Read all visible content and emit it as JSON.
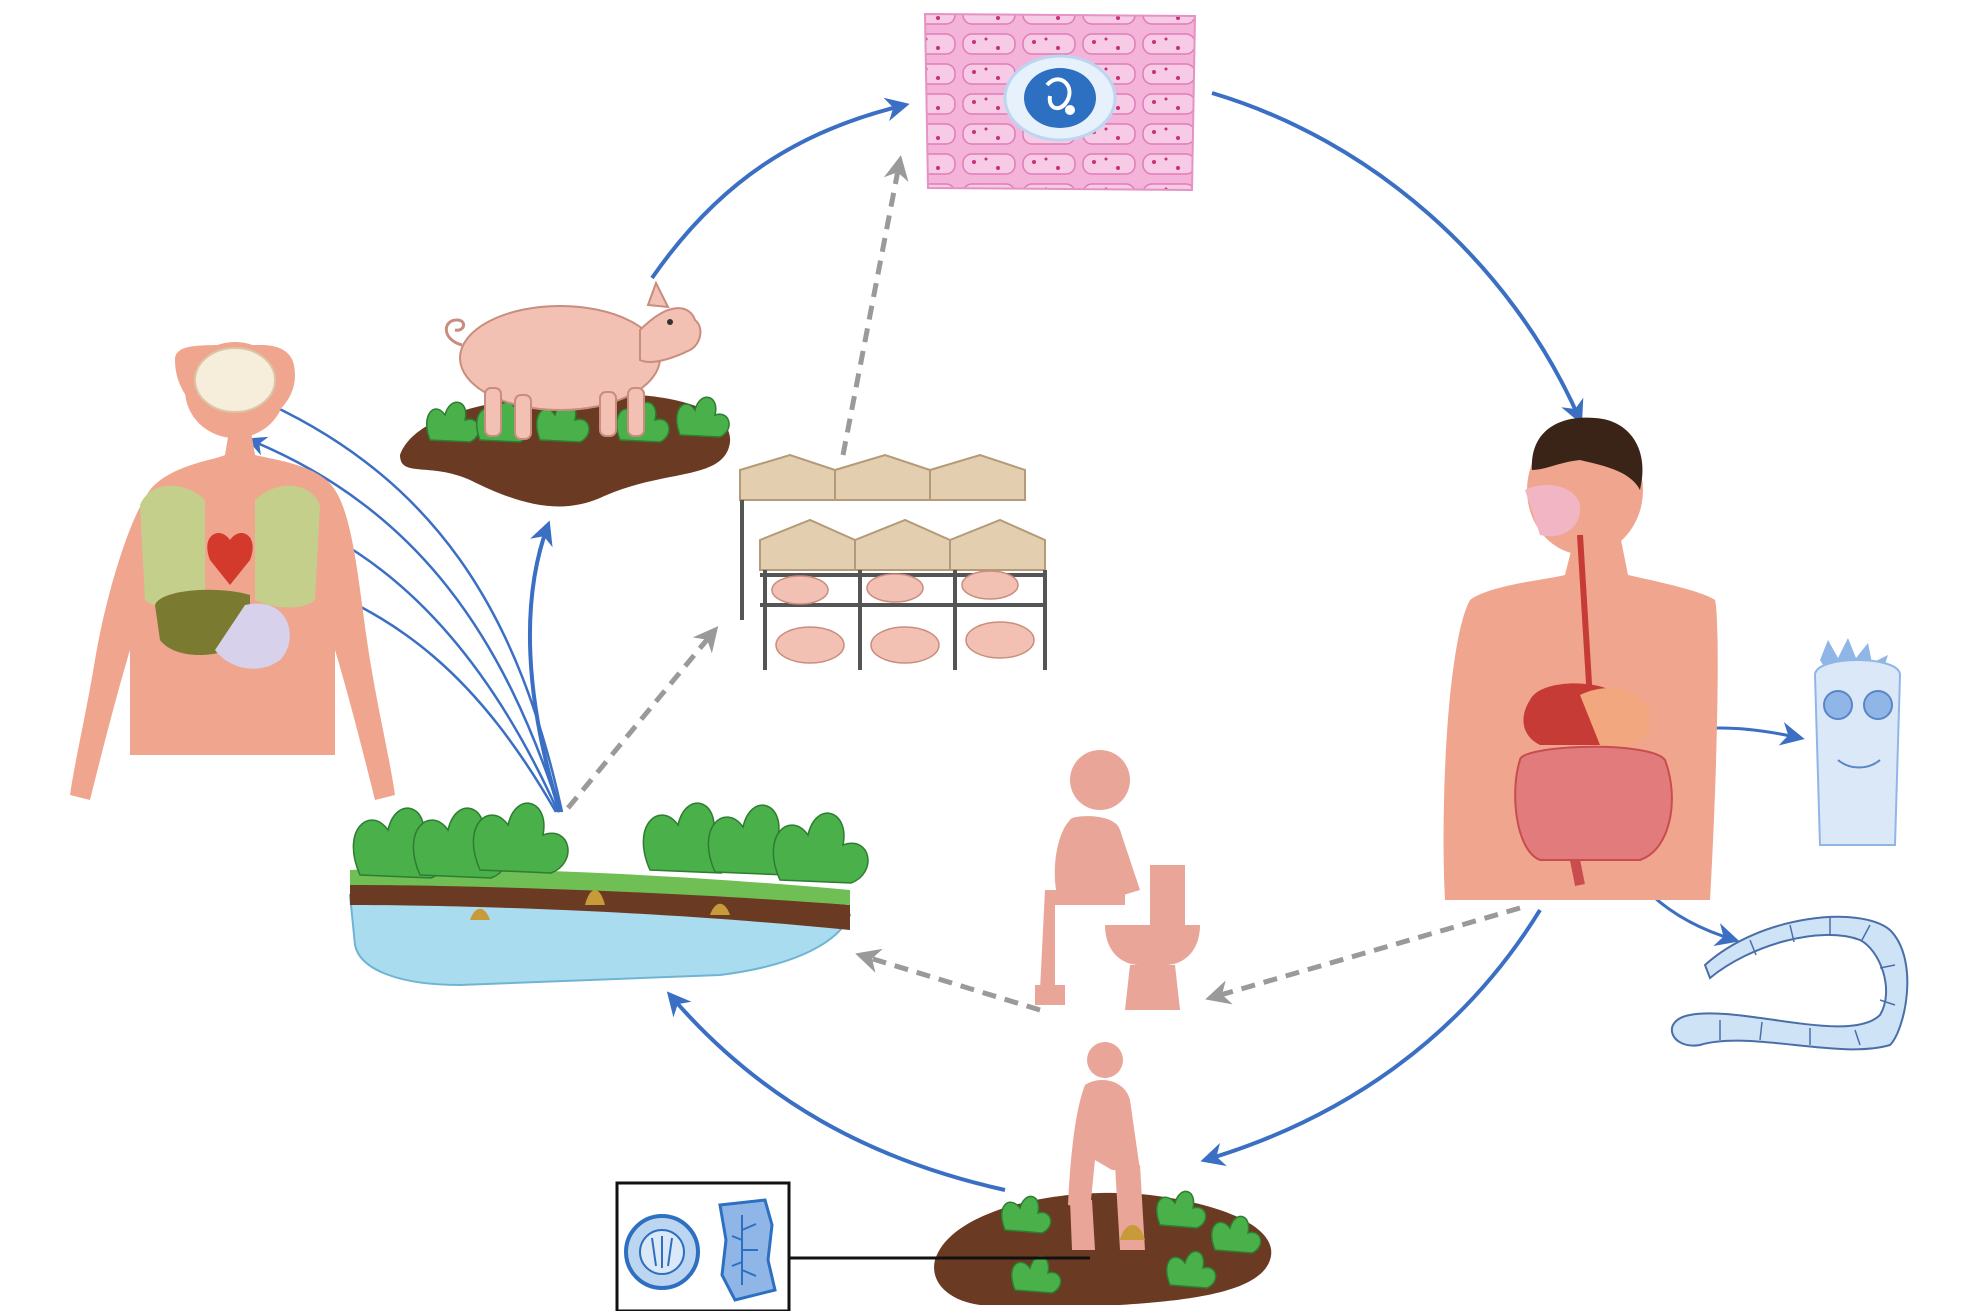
{
  "diagram": {
    "kind": "taenia-solium-life-cycle",
    "text_labels": [],
    "nodes": [
      {
        "id": "cysticercus-in-muscle",
        "icon": "cysticercus-muscle-tissue-icon"
      },
      {
        "id": "human-definitive-host",
        "icon": "human-digestive-system-icon"
      },
      {
        "id": "tapeworm-scolex",
        "icon": "scolex-icon"
      },
      {
        "id": "adult-tapeworm",
        "icon": "adult-tapeworm-icon"
      },
      {
        "id": "open-defecation",
        "icon": "open-defecation-icon"
      },
      {
        "id": "latrine-use",
        "icon": "toilet-icon"
      },
      {
        "id": "eggs-and-proglottid",
        "icon": "egg-proglottid-inset-icon"
      },
      {
        "id": "contaminated-crops-water",
        "icon": "contaminated-field-water-icon"
      },
      {
        "id": "free-ranging-pig",
        "icon": "pig-icon"
      },
      {
        "id": "confined-pigs",
        "icon": "pig-pens-icon"
      },
      {
        "id": "human-cysticercosis",
        "icon": "human-cysticercosis-icon"
      }
    ],
    "arrows": [
      {
        "from": "cysticercus-in-muscle",
        "to": "human-definitive-host",
        "style": "solid"
      },
      {
        "from": "human-definitive-host",
        "to": "open-defecation",
        "style": "solid"
      },
      {
        "from": "human-definitive-host",
        "to": "latrine-use",
        "style": "dashed"
      },
      {
        "from": "human-definitive-host",
        "to": "tapeworm-scolex",
        "style": "solid"
      },
      {
        "from": "human-definitive-host",
        "to": "adult-tapeworm",
        "style": "solid"
      },
      {
        "from": "open-defecation",
        "to": "contaminated-crops-water",
        "style": "solid"
      },
      {
        "from": "latrine-use",
        "to": "contaminated-crops-water",
        "style": "dashed"
      },
      {
        "from": "contaminated-crops-water",
        "to": "free-ranging-pig",
        "style": "solid"
      },
      {
        "from": "contaminated-crops-water",
        "to": "confined-pigs",
        "style": "dashed"
      },
      {
        "from": "contaminated-crops-water",
        "to": "human-cysticercosis",
        "style": "solid",
        "count": 4
      },
      {
        "from": "free-ranging-pig",
        "to": "cysticercus-in-muscle",
        "style": "solid"
      },
      {
        "from": "confined-pigs",
        "to": "cysticercus-in-muscle",
        "style": "dashed"
      }
    ],
    "colors": {
      "solid_arrow": "#3a6fc4",
      "dashed_arrow": "#9a9a9a",
      "skin": "#f0a58e",
      "toilet_figure": "#e8a598",
      "soil": "#6b3a22",
      "leaf": "#49b04a",
      "muscle_tissue": "#f4b3d8",
      "worm": "#cfe3f7",
      "water": "#a9dcef",
      "pig": "#f3c1b3"
    }
  }
}
